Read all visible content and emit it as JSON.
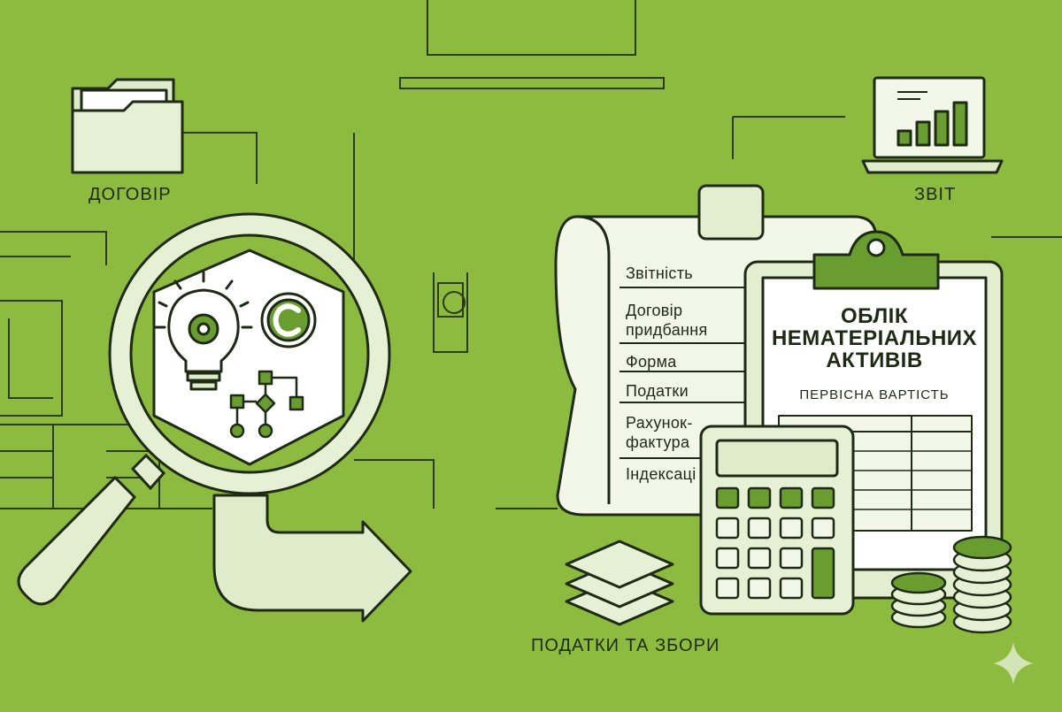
{
  "labels": {
    "contract": "ДОГОВІР",
    "report": "ЗВІТ",
    "taxes_fees": "ПОДАТКИ ТА ЗБОРИ"
  },
  "scroll_list": [
    "Звітність",
    "Договір\nпридбання",
    "Форма",
    "Податки",
    "Рахунок-\nфактура",
    "Індексаці"
  ],
  "clipboard": {
    "title": "ОБЛІК\nНЕМАТЕРІАЛЬНИХ\nАКТИВІВ",
    "subtitle": "ПЕРВІСНА ВАРТІСТЬ"
  },
  "icons": [
    "folder-icon",
    "laptop-chart-icon",
    "magnifier-icon",
    "lightbulb-gear-icon",
    "copyright-icon",
    "flowchart-icon",
    "arrow-right-icon",
    "layers-icon",
    "calculator-icon",
    "coins-icon",
    "sparkle-icon"
  ],
  "colors": {
    "background": "#8cbb3f",
    "line": "#1f2a14",
    "paper": "#edf4de",
    "accent": "#6a9d2f"
  }
}
